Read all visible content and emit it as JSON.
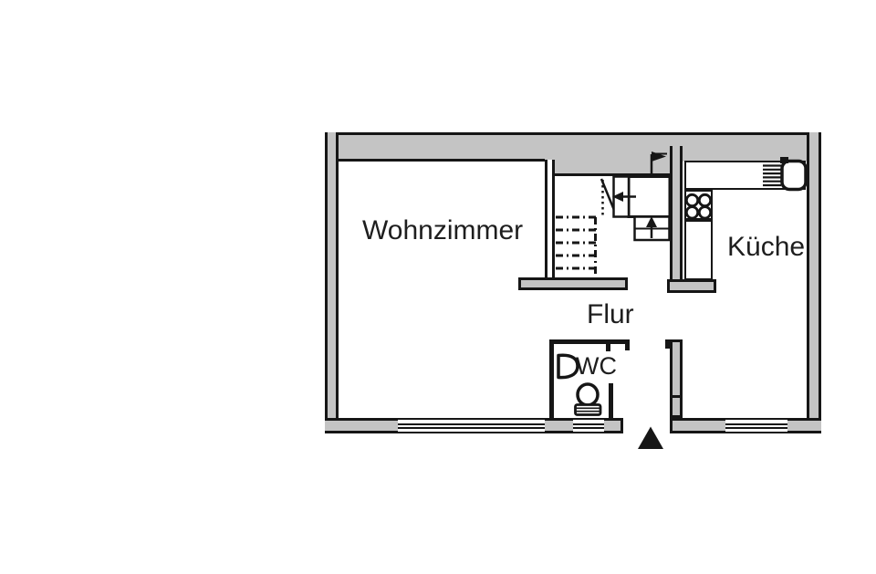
{
  "floorplan": {
    "colors": {
      "wall_fill": "#c4c4c4",
      "line": "#161616",
      "text": "#1e1e1e",
      "background": "#ffffff"
    },
    "rooms": [
      {
        "id": "wohnzimmer",
        "label": "Wohnzimmer"
      },
      {
        "id": "kueche",
        "label": "Küche"
      },
      {
        "id": "flur",
        "label": "Flur"
      },
      {
        "id": "wc",
        "label": "WC"
      }
    ],
    "fixtures": [
      "staircase",
      "stair-up-arrow",
      "stove-burners",
      "kitchen-sink",
      "sink-drainer",
      "wc-toilet",
      "wc-hand-basin",
      "windows",
      "entrance-marker-triangle"
    ]
  }
}
